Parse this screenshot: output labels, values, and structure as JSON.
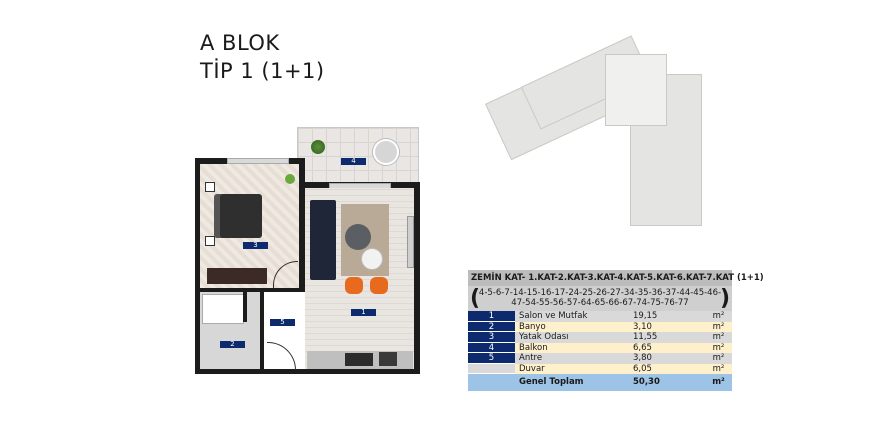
{
  "header": {
    "block": "A BLOK",
    "type": "TİP 1 (1+1)"
  },
  "floor_plan": {
    "rooms": [
      {
        "tag": "1",
        "name": "Salon ve Mutfak"
      },
      {
        "tag": "2",
        "name": "Banyo"
      },
      {
        "tag": "3",
        "name": "Yatak Odası"
      },
      {
        "tag": "4",
        "name": "Balkon"
      },
      {
        "tag": "5",
        "name": "Antre"
      }
    ]
  },
  "table": {
    "floors_header": "ZEMİN KAT- 1.KAT-2.KAT-3.KAT-4.KAT-5.KAT-6.KAT-7.KAT (1+1)",
    "units_line1": "4-5-6-7-14-15-16-17-24-25-26-27-34-35-36-37-44-45-46-",
    "units_line2": "47-54-55-56-57-64-65-66-67-74-75-76-77",
    "bracket_open": "(",
    "bracket_close": ")",
    "rows": [
      {
        "num": "1",
        "label": "Salon ve Mutfak",
        "value": "19,15",
        "unit": "m²"
      },
      {
        "num": "2",
        "label": "Banyo",
        "value": "3,10",
        "unit": "m²"
      },
      {
        "num": "3",
        "label": "Yatak Odası",
        "value": "11,55",
        "unit": "m²"
      },
      {
        "num": "4",
        "label": "Balkon",
        "value": "6,65",
        "unit": "m²"
      },
      {
        "num": "5",
        "label": "Antre",
        "value": "3,80",
        "unit": "m²"
      },
      {
        "num": "",
        "label": "Duvar",
        "value": "6,05",
        "unit": "m²"
      }
    ],
    "total": {
      "label": "Genel Toplam",
      "value": "50,30",
      "unit": "m²"
    }
  },
  "colors": {
    "tag_navy": "#0d2a6e",
    "row_gray": "#d9d9d9",
    "row_cream": "#fff0cc",
    "total_blue": "#9dc3e6",
    "header_gray": "#bcbcbc"
  }
}
